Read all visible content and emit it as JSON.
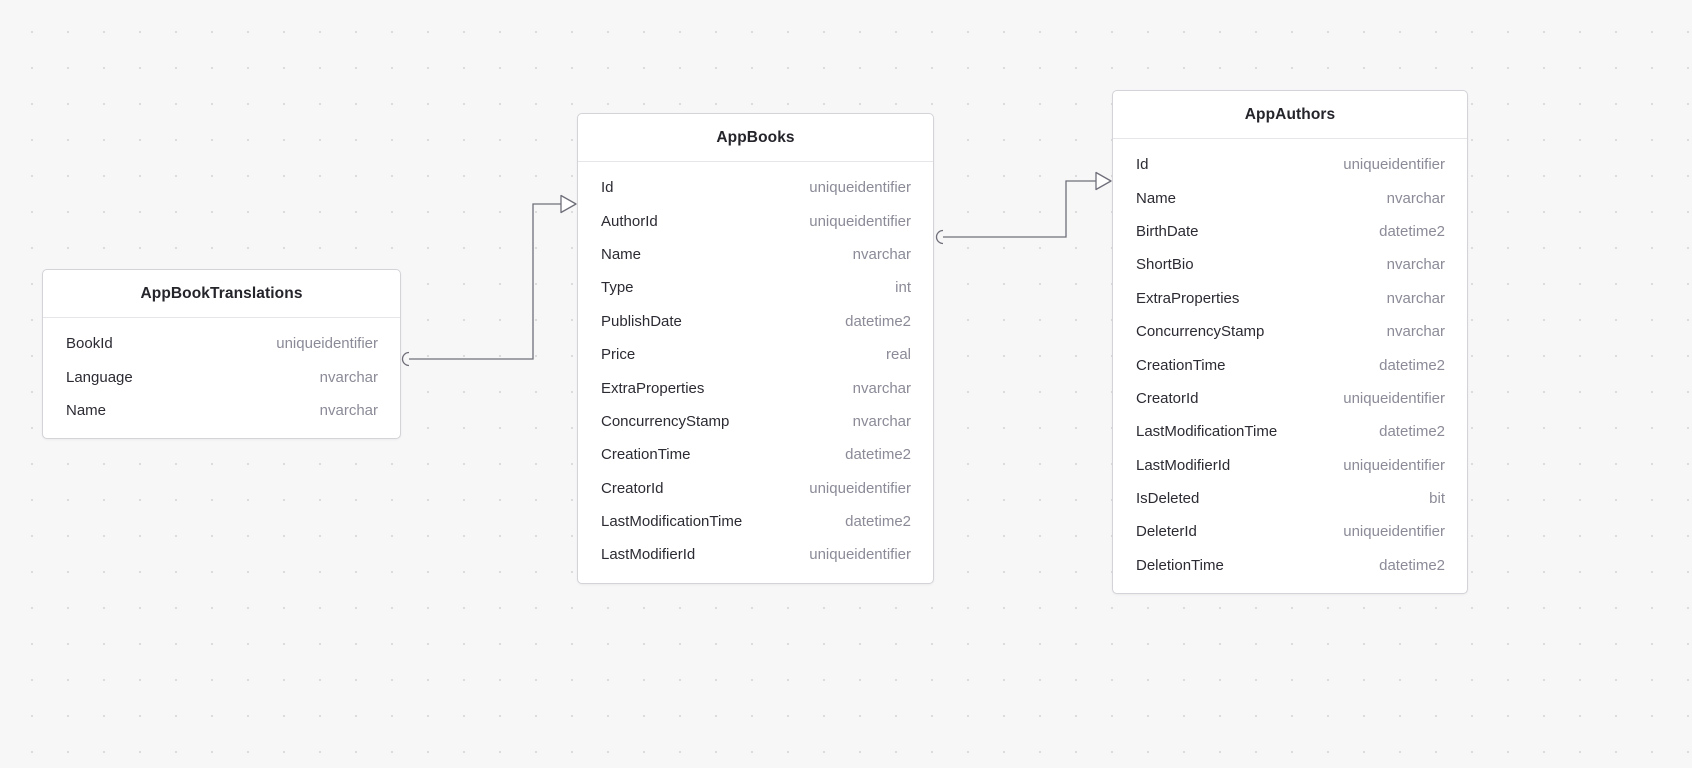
{
  "diagram": {
    "kind": "database-er-diagram",
    "background_color": "#f7f7f8",
    "entity_background": "#ffffff",
    "border_color": "#d3d3d8",
    "name_color": "#2b2b33",
    "type_color": "#8b8b98",
    "connector_color": "#6f6f7a"
  },
  "entities": [
    {
      "id": "AppBookTranslations",
      "title": "AppBookTranslations",
      "fields": [
        {
          "name": "BookId",
          "type": "uniqueidentifier"
        },
        {
          "name": "Language",
          "type": "nvarchar"
        },
        {
          "name": "Name",
          "type": "nvarchar"
        }
      ]
    },
    {
      "id": "AppBooks",
      "title": "AppBooks",
      "fields": [
        {
          "name": "Id",
          "type": "uniqueidentifier"
        },
        {
          "name": "AuthorId",
          "type": "uniqueidentifier"
        },
        {
          "name": "Name",
          "type": "nvarchar"
        },
        {
          "name": "Type",
          "type": "int"
        },
        {
          "name": "PublishDate",
          "type": "datetime2"
        },
        {
          "name": "Price",
          "type": "real"
        },
        {
          "name": "ExtraProperties",
          "type": "nvarchar"
        },
        {
          "name": "ConcurrencyStamp",
          "type": "nvarchar"
        },
        {
          "name": "CreationTime",
          "type": "datetime2"
        },
        {
          "name": "CreatorId",
          "type": "uniqueidentifier"
        },
        {
          "name": "LastModificationTime",
          "type": "datetime2"
        },
        {
          "name": "LastModifierId",
          "type": "uniqueidentifier"
        }
      ]
    },
    {
      "id": "AppAuthors",
      "title": "AppAuthors",
      "fields": [
        {
          "name": "Id",
          "type": "uniqueidentifier"
        },
        {
          "name": "Name",
          "type": "nvarchar"
        },
        {
          "name": "BirthDate",
          "type": "datetime2"
        },
        {
          "name": "ShortBio",
          "type": "nvarchar"
        },
        {
          "name": "ExtraProperties",
          "type": "nvarchar"
        },
        {
          "name": "ConcurrencyStamp",
          "type": "nvarchar"
        },
        {
          "name": "CreationTime",
          "type": "datetime2"
        },
        {
          "name": "CreatorId",
          "type": "uniqueidentifier"
        },
        {
          "name": "LastModificationTime",
          "type": "datetime2"
        },
        {
          "name": "LastModifierId",
          "type": "uniqueidentifier"
        },
        {
          "name": "IsDeleted",
          "type": "bit"
        },
        {
          "name": "DeleterId",
          "type": "uniqueidentifier"
        },
        {
          "name": "DeletionTime",
          "type": "datetime2"
        }
      ]
    }
  ],
  "relationships": [
    {
      "id": "translations-to-books",
      "from_entity": "AppBookTranslations",
      "from_field": "BookId",
      "to_entity": "AppBooks",
      "to_field": "Id",
      "from_marker": "optional-circle",
      "to_marker": "arrow"
    },
    {
      "id": "books-to-authors",
      "from_entity": "AppBooks",
      "from_field": "AuthorId",
      "to_entity": "AppAuthors",
      "to_field": "Id",
      "from_marker": "optional-circle",
      "to_marker": "arrow"
    }
  ]
}
